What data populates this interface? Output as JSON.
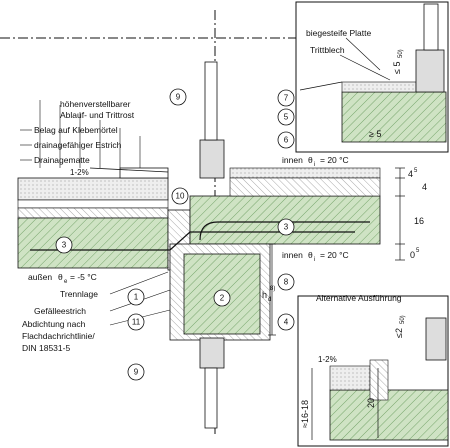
{
  "main_labels": {
    "hohenverstellbar": "höhenverstellbarer",
    "ablauf": "Ablauf- und Trittrost",
    "belag": "Belag auf Klebemörtel",
    "estrich": "drainagefähiger Estrich",
    "drainagematte": "Drainagematte",
    "slope_top": "1-2%",
    "innen_top_word": "innen",
    "innen_top_theta": "θ",
    "innen_top_sub": "i",
    "innen_top_value": "= 20 °C",
    "innen_bottom_word": "innen",
    "innen_bottom_theta": "θ",
    "innen_bottom_sub": "i",
    "innen_bottom_value": "= 20 °C",
    "aussen_word": "außen",
    "aussen_theta": "θ",
    "aussen_sub": "e",
    "aussen_value": "= -5 °C",
    "trennlage": "Trennlage",
    "gefaelleestrich": "Gefälleestrich",
    "abdichtung1": "Abdichtung nach",
    "abdichtung2": "Flachdachrichtlinie/",
    "abdichtung3": "DIN 18531-5",
    "hd": "h",
    "hd_sub": "d",
    "hd_sup": "8)"
  },
  "markers": {
    "m1": "1",
    "m2": "2",
    "m3a": "3",
    "m3b": "3",
    "m4": "4",
    "m5": "5",
    "m6": "6",
    "m7": "7",
    "m8": "8",
    "m9a": "9",
    "m9b": "9",
    "m10": "10",
    "m11": "11"
  },
  "dimensions_right": {
    "d1": "4",
    "d1_sup": "5",
    "d2": "4",
    "d3": "16",
    "d4": "0",
    "d4_sup": "5"
  },
  "inset_top": {
    "platte": "biegesteife Platte",
    "trittblech": "Trittblech",
    "dim_le": "≤ 5",
    "dim_le_sup": "50)",
    "dim_ge": "≥ 5"
  },
  "inset_bottom": {
    "title": "Alternative Ausführung",
    "dim_le": "≤2",
    "dim_le_sup": "50)",
    "slope": "1-2%",
    "dim_20": "20",
    "dim_1618": "≈16-18"
  },
  "colors": {
    "concrete": "#cfe3c4",
    "insulation": "#ffffff",
    "hatch": "#3b6b30",
    "line": "#111111"
  }
}
